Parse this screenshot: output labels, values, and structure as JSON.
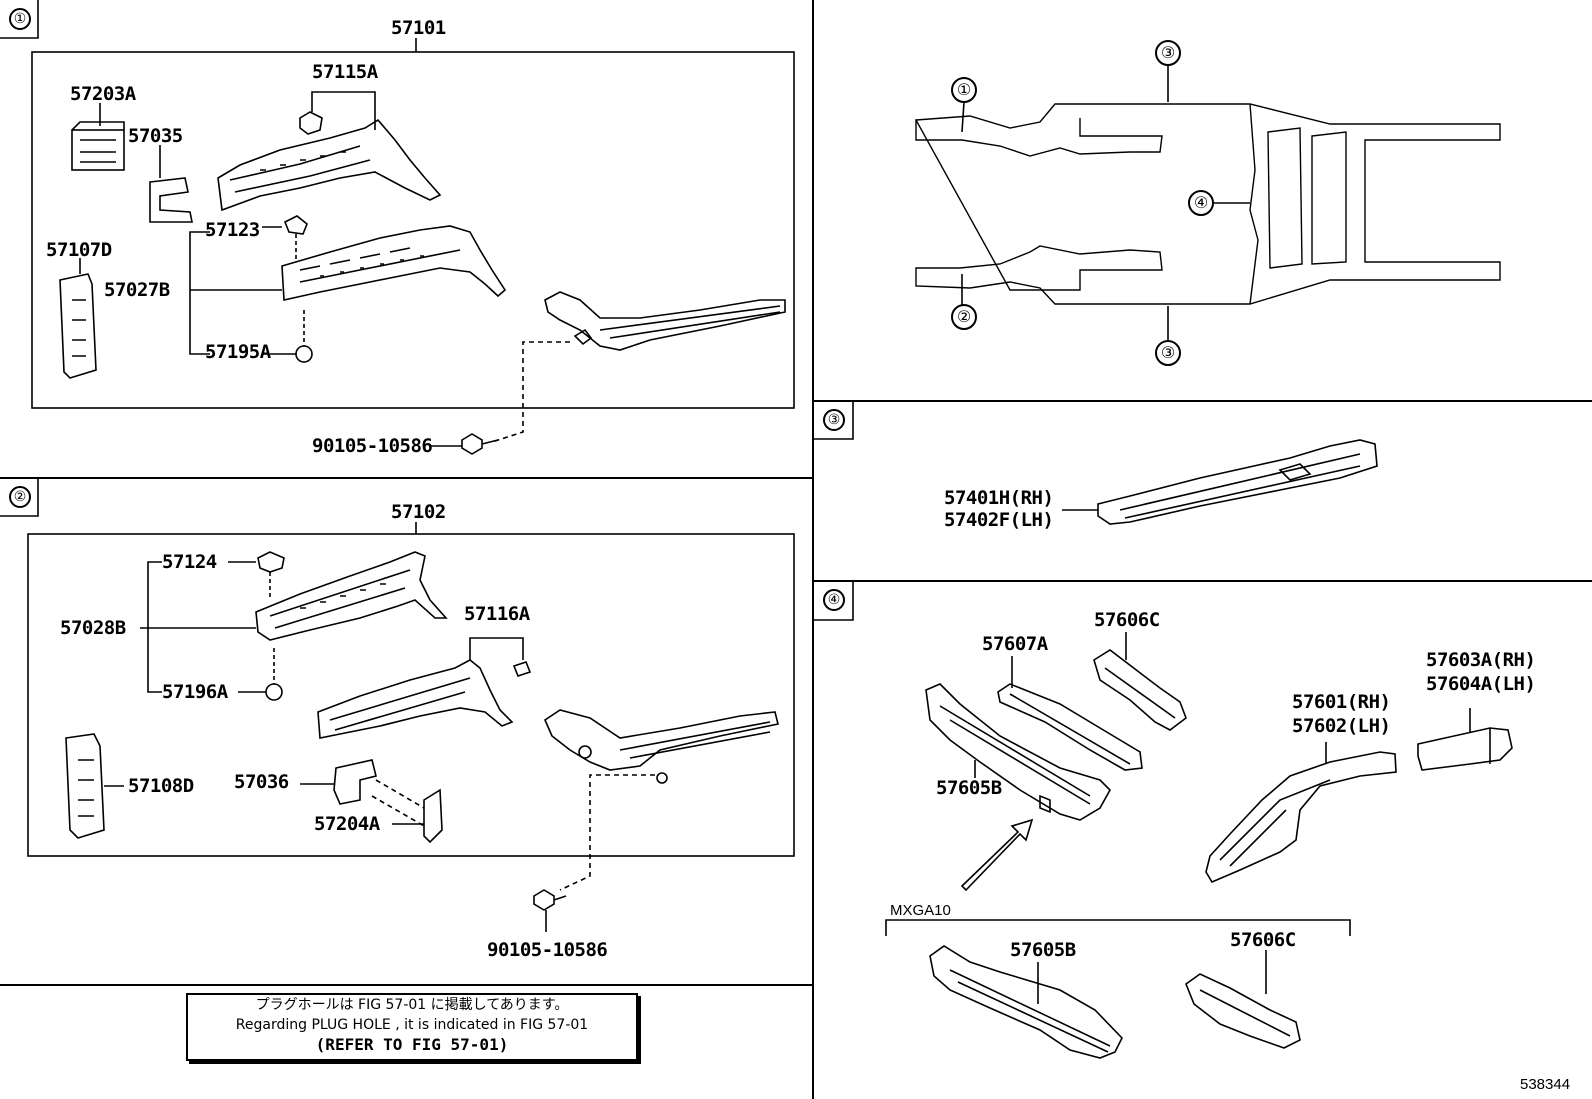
{
  "sections": {
    "s1": {
      "num": "①",
      "assembly": "57101"
    },
    "s2": {
      "num": "②",
      "assembly": "57102"
    },
    "s3": {
      "num": "③"
    },
    "s4": {
      "num": "④"
    }
  },
  "overview": {
    "c1": "①",
    "c2": "②",
    "c3a": "③",
    "c3b": "③",
    "c4": "④"
  },
  "parts_s1": {
    "p57115A": "57115A",
    "p57203A": "57203A",
    "p57035": "57035",
    "p57107D": "57107D",
    "p57123": "57123",
    "p57027B": "57027B",
    "p57195A": "57195A",
    "bolt": "90105-10586"
  },
  "parts_s2": {
    "p57124": "57124",
    "p57028B": "57028B",
    "p57196A": "57196A",
    "p57116A": "57116A",
    "p57108D": "57108D",
    "p57036": "57036",
    "p57204A": "57204A",
    "bolt": "90105-10586"
  },
  "parts_s3": {
    "rh": "57401H(RH)",
    "lh": "57402F(LH)"
  },
  "parts_s4": {
    "p57606C": "57606C",
    "p57607A": "57607A",
    "p57603A": "57603A(RH)",
    "p57604A": "57604A(LH)",
    "p57601": "57601(RH)",
    "p57602": "57602(LH)",
    "p57605B": "57605B",
    "variant": "MXGA10",
    "v57605B": "57605B",
    "v57606C": "57606C"
  },
  "note": {
    "jp": "プラグホールは FIG 57-01 に掲載してあります。",
    "en": "Regarding  PLUG  HOLE , it is indicated in  FIG  57-01",
    "ref": "(REFER  TO  FIG  57-01)"
  },
  "figure_id": "538344"
}
